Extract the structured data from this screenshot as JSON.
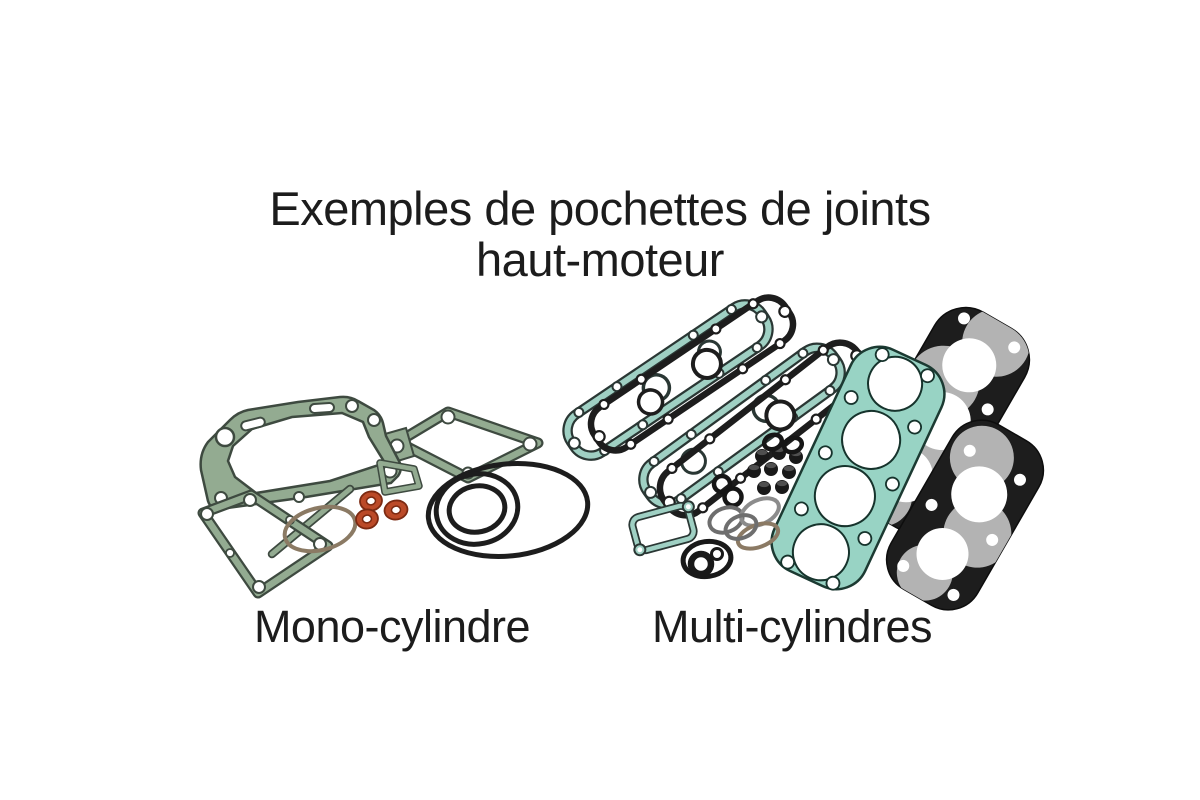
{
  "title": {
    "line1": "Exemples de pochettes de joints",
    "line2": "haut-moteur"
  },
  "captions": {
    "mono": "Mono-cylindre",
    "multi": "Multi-cylindres"
  },
  "colors": {
    "background": "#ffffff",
    "text": "#1c1c1c",
    "sage": "#93ab91",
    "sage_dark": "#3e4a40",
    "teal": "#9fd0c3",
    "teal_dark": "#2a3734",
    "teal_head": "#98d3c4",
    "orange": "#bb4a28",
    "orange_dark": "#7c2a12",
    "bronze": "#8b7a64",
    "metal_gray": "#b3b3b3",
    "gray_ring": "#787878",
    "black_part": "#1d1d1d"
  },
  "figure": {
    "left_kit_parts": [
      "head-gasket",
      "clutch-cover-gasket",
      "base-gasket",
      "bronze-ring",
      "copper-washers",
      "o-rings"
    ],
    "right_kit_parts": [
      "valve-cover-gaskets",
      "cylinder-head-gaskets",
      "valve-stem-seals",
      "o-rings",
      "exhaust-rings",
      "small-cover-gasket",
      "circular-gasket"
    ]
  }
}
